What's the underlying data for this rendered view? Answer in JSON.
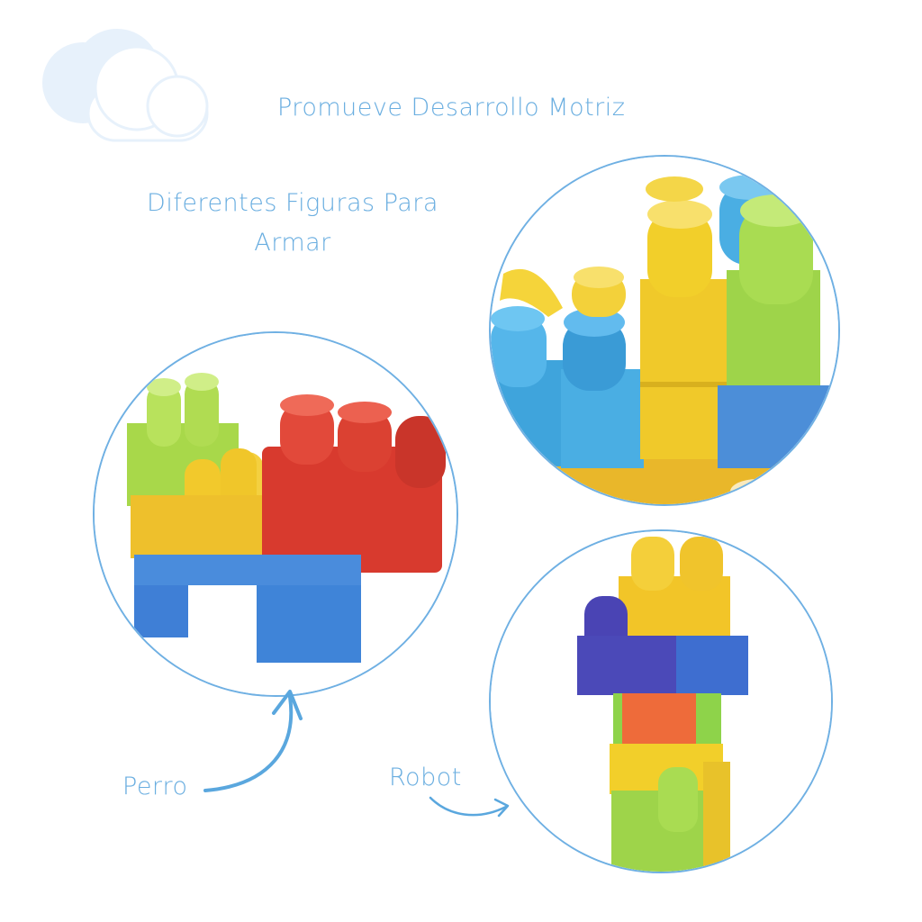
{
  "heading": "Promueve Desarrollo Motriz",
  "subheading": "Diferentes Figuras Para Armar",
  "labels": {
    "dog": "Perro",
    "robot": "Robot"
  },
  "colors": {
    "accent": "#6aaee0",
    "block_red": "#d83a2e",
    "block_yellow": "#f2cf2a",
    "block_blue": "#3f84d8",
    "block_green": "#9ed44a",
    "block_cyan": "#4aaee3",
    "block_purple": "#4b49b8",
    "block_orange": "#ee6b3a"
  },
  "icons": [
    "cloud-icon",
    "curved-arrow-icon"
  ]
}
